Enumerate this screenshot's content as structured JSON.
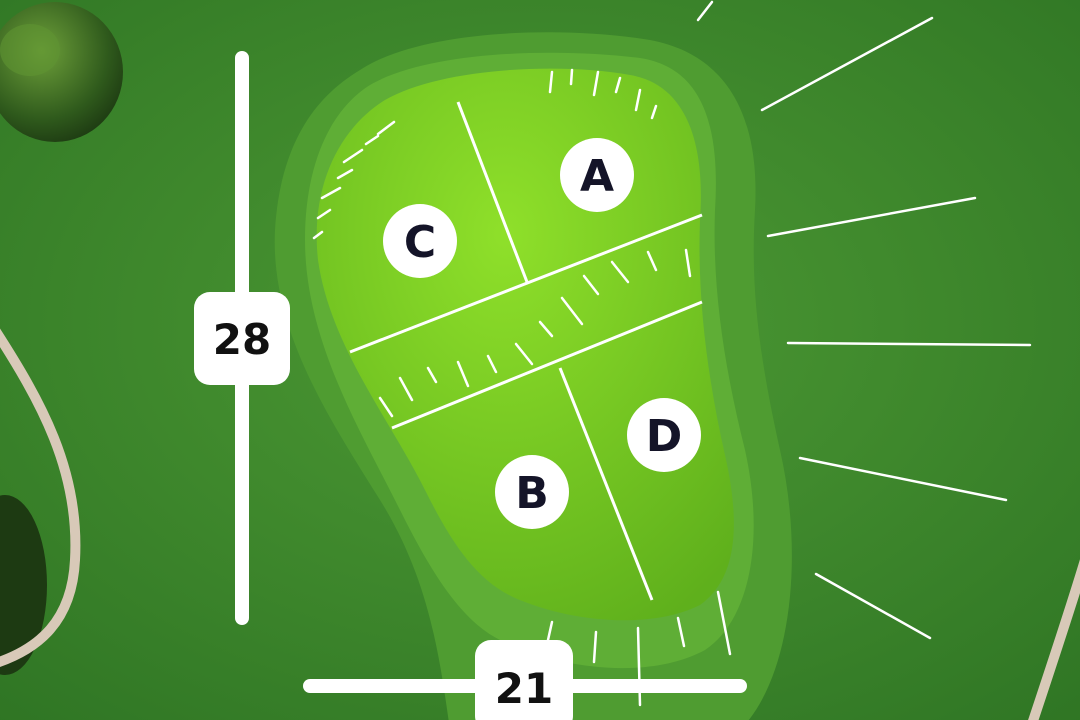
{
  "green": {
    "depth_yards": "28",
    "width_yards": "21",
    "zones": [
      {
        "id": "zone-a",
        "label": "A"
      },
      {
        "id": "zone-b",
        "label": "B"
      },
      {
        "id": "zone-c",
        "label": "C"
      },
      {
        "id": "zone-d",
        "label": "D"
      }
    ]
  },
  "colors": {
    "rough": "#3f8a2c",
    "fringe": "#55a836",
    "green": "#7ed321",
    "path": "#d8c9b8",
    "marker": "#ffffff"
  }
}
